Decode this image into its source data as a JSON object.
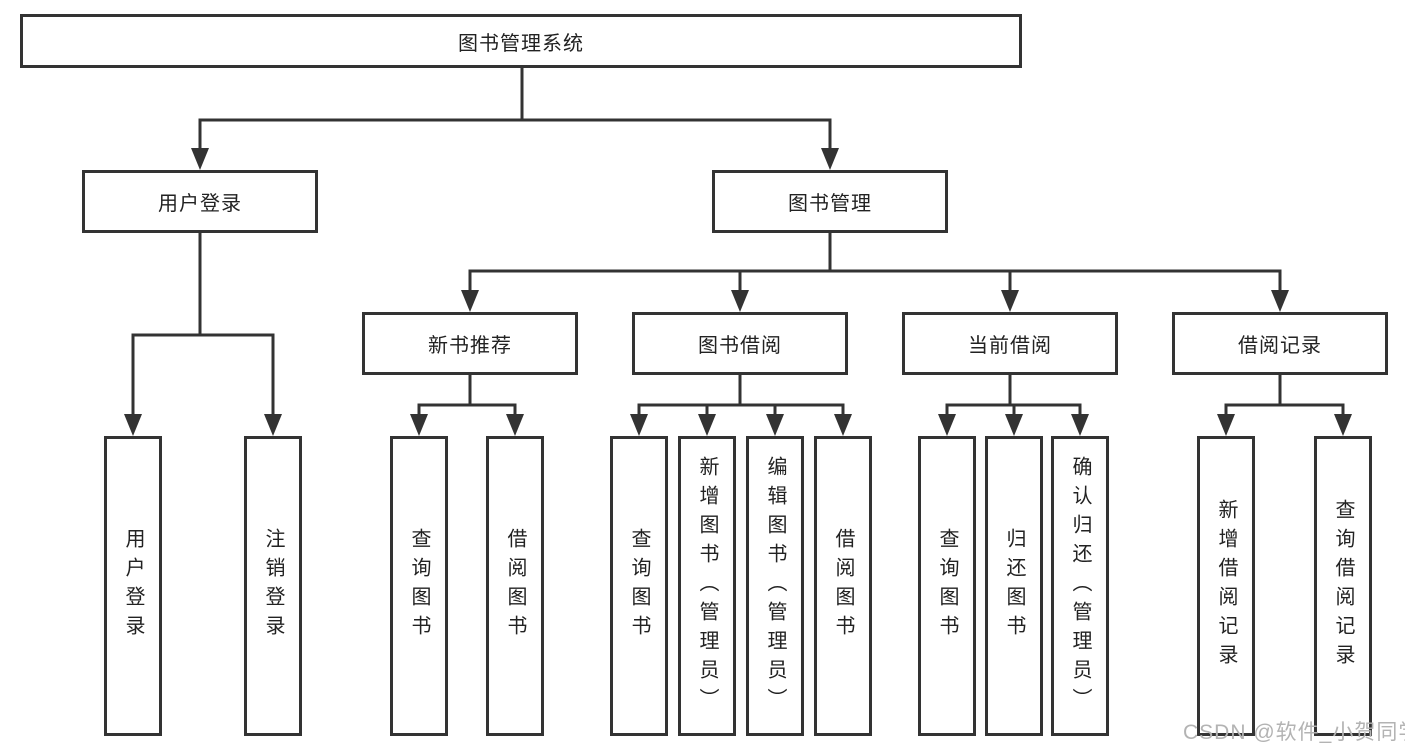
{
  "tree": {
    "root": "图书管理系统",
    "level2": [
      "用户登录",
      "图书管理"
    ],
    "level3": [
      "新书推荐",
      "图书借阅",
      "当前借阅",
      "借阅记录"
    ],
    "leaves": {
      "user_login": [
        "用户登录",
        "注销登录"
      ],
      "new_book_recommendation": [
        "查询图书",
        "借阅图书"
      ],
      "book_borrowing": [
        "查询图书",
        "新增图书（管理员）",
        "编辑图书（管理员）",
        "借阅图书"
      ],
      "current_borrowing": [
        "查询图书",
        "归还图书",
        "确认归还（管理员）"
      ],
      "borrowing_records": [
        "新增借阅记录",
        "查询借阅记录"
      ]
    }
  },
  "watermark": {
    "text": "CSDN @软件_小贺同学"
  },
  "colors": {
    "line": "#333333",
    "text": "#222222",
    "watermark": "#b3b3b3",
    "background": "#ffffff"
  }
}
